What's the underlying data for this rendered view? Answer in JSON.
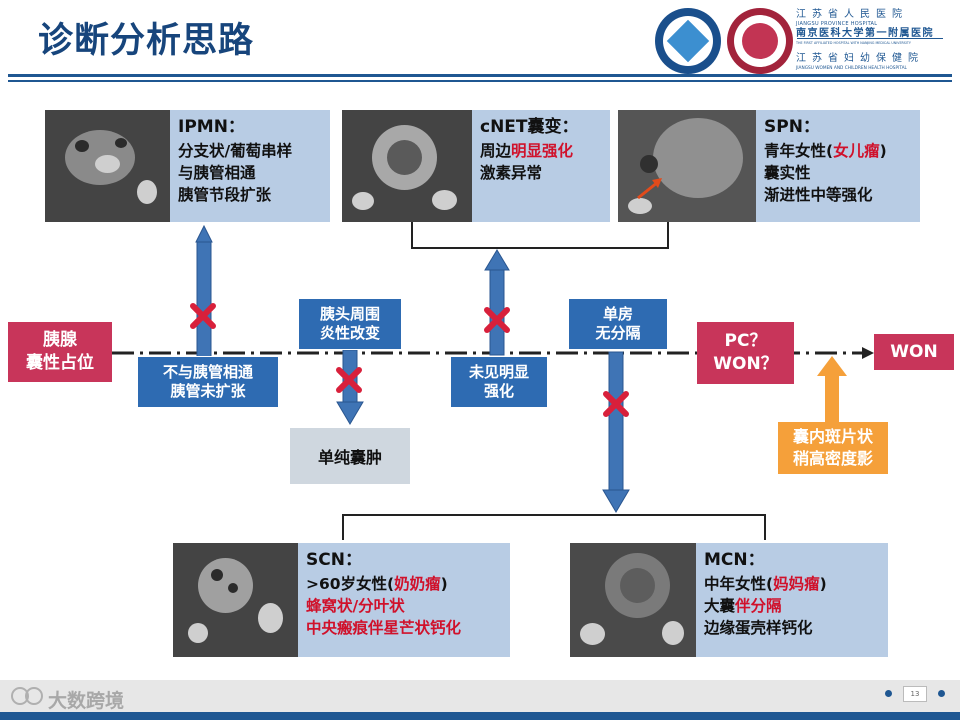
{
  "header": {
    "title": "诊断分析思路",
    "hospital": {
      "line1": "江苏省人民医院",
      "line2": "JIANGSU PROVINCE HOSPITAL",
      "line3": "南京医科大学第一附属医院",
      "line4": "THE FIRST AFFILIATED HOSPITAL WITH NANJING MEDICAL UNIVERSITY",
      "line5": "江苏省妇幼保健院",
      "line6": "JIANGSU WOMEN AND CHILDREN HEALTH HOSPITAL"
    }
  },
  "cards": {
    "ipmn": {
      "title": "IPMN：",
      "lines": [
        "分支状/葡萄串样",
        "与胰管相通",
        "胰管节段扩张"
      ]
    },
    "cnet": {
      "title": "cNET囊变：",
      "line1_prefix": "周边",
      "line1_red": "明显强化",
      "line2": "激素异常"
    },
    "spn": {
      "title": "SPN：",
      "line1_prefix": "青年女性(",
      "line1_red": "女儿瘤",
      "line1_suffix": ")",
      "line2": "囊实性",
      "line3": "渐进性中等强化"
    },
    "scn": {
      "title": "SCN：",
      "line1_prefix": ">60岁女性(",
      "line1_red": "奶奶瘤",
      "line1_suffix": ")",
      "line2_red": "蜂窝状/分叶状",
      "line3_red": "中央瘢痕伴星芒状钙化"
    },
    "mcn": {
      "title": "MCN：",
      "line1_prefix": "中年女性(",
      "line1_red": "妈妈瘤",
      "line1_suffix": ")",
      "line2_prefix": "大囊",
      "line2_red": "伴分隔",
      "line3": "边缘蛋壳样钙化"
    }
  },
  "flow": {
    "start": "胰腺\n囊性占位",
    "box_no_duct": "不与胰管相通\n胰管未扩张",
    "box_inflam": "胰头周围\n炎性改变",
    "box_simple_cyst": "单纯囊肿",
    "box_no_enhance": "未见明显\n强化",
    "box_single": "单房\n无分隔",
    "box_pc": "PC？\nWON？",
    "box_won": "WON",
    "box_density": "囊内斑片状\n稍高密度影"
  },
  "footer": {
    "watermark": "大数跨境",
    "page": "13"
  },
  "colors": {
    "title": "#17457c",
    "card_bg": "#b8cce4",
    "flow_box": "#2e6bb2",
    "emphasis_red": "#d0112b",
    "start_box": "#c8355a",
    "density_box": "#f5a03a",
    "arrow_blue": "#3f74b5",
    "cross_red": "#d8203b"
  },
  "icons": [
    "cross-icon",
    "arrow-up-icon",
    "arrow-down-icon",
    "hospital-logo",
    "watermark-logo"
  ]
}
